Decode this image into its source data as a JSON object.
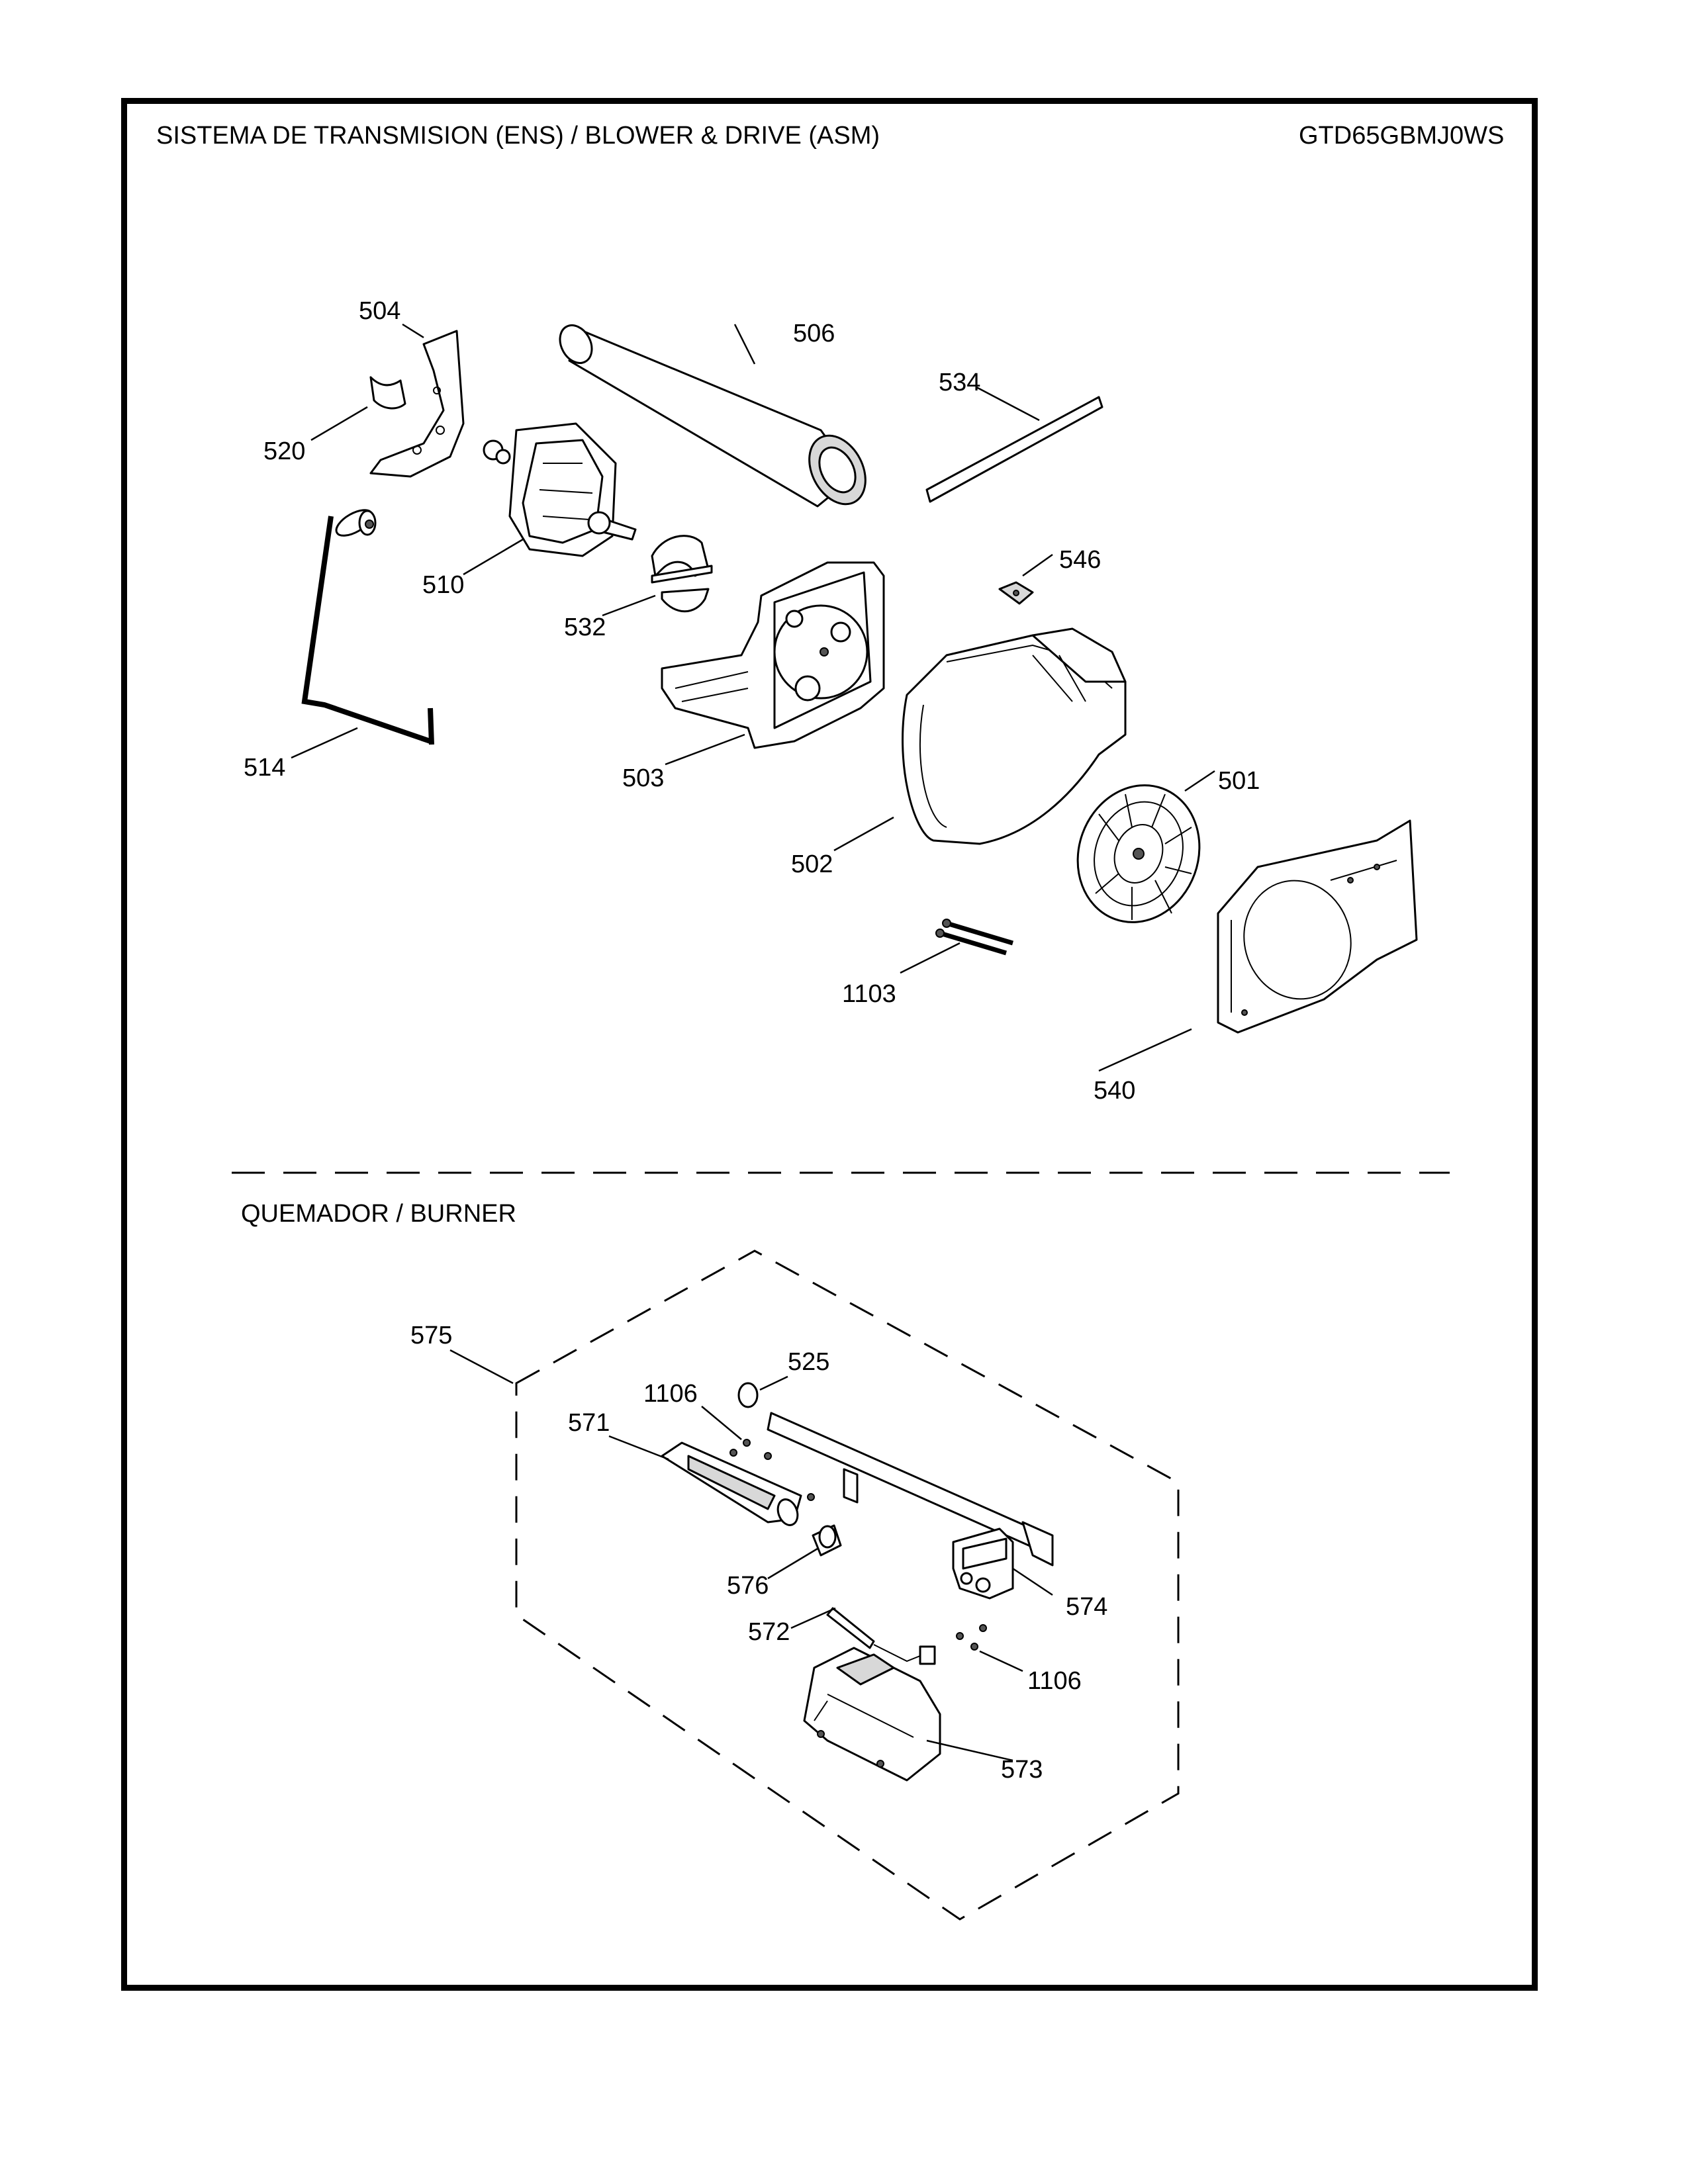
{
  "header": {
    "title": "SISTEMA DE TRANSMISION (ENS) / BLOWER & DRIVE (ASM)",
    "model": "GTD65GBMJ0WS"
  },
  "sections": {
    "burner_title": "QUEMADOR / BURNER"
  },
  "callouts": {
    "c504": "504",
    "c506": "506",
    "c534": "534",
    "c520": "520",
    "c510": "510",
    "c546": "546",
    "c532": "532",
    "c514": "514",
    "c503": "503",
    "c501": "501",
    "c502": "502",
    "c1103": "1103",
    "c540": "540",
    "c575": "575",
    "c525": "525",
    "c1106a": "1106",
    "c571": "571",
    "c576": "576",
    "c574": "574",
    "c572": "572",
    "c1106b": "1106",
    "c573": "573"
  }
}
